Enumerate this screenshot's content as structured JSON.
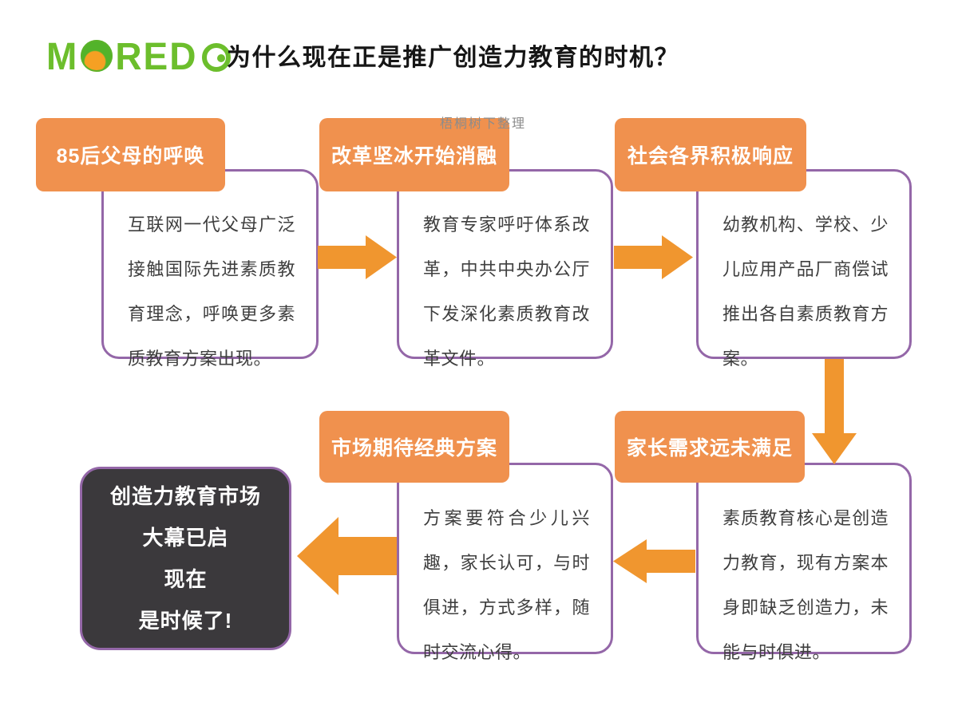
{
  "header": {
    "title": "为什么现在正是推广创造力教育的时机？",
    "watermark": "梧桐树下整理"
  },
  "logo": {
    "m": "M",
    "red": "RED",
    "globe_icon": "globe-o-icon",
    "eye_icon": "eye-o-icon"
  },
  "colors": {
    "orange-header": "#F0914E",
    "orange-arrow": "#F0962F",
    "purple-border": "#9467A8",
    "green-logo": "#6CBE2C",
    "dark-box": "#3B393C",
    "body-text": "#3F3F3F",
    "watermark-gray": "#8C8C8C",
    "title-black": "#161616"
  },
  "diagram": {
    "nodes": [
      {
        "header": "85后父母的呼唤",
        "body": "互联网一代父母广泛接触国际先进素质教育理念，呼唤更多素质教育方案出现。"
      },
      {
        "header": "改革坚冰开始消融",
        "body": "教育专家呼吁体系改革，中共中央办公厅下发深化素质教育改革文件。"
      },
      {
        "header": "社会各界积极响应",
        "body": "幼教机构、学校、少儿应用产品厂商偿试推出各自素质教育方案。"
      },
      {
        "header": "家长需求远未满足",
        "body": "素质教育核心是创造力教育，现有方案本身即缺乏创造力，未能与时俱进。"
      },
      {
        "header": "市场期待经典方案",
        "body": "方案要符合少儿兴趣，家长认可，与时俱进，方式多样，随时交流心得。"
      }
    ],
    "conclusion": {
      "lines": [
        "创造力教育市场",
        "大幕已启",
        "现在",
        "是时候了!"
      ]
    }
  }
}
